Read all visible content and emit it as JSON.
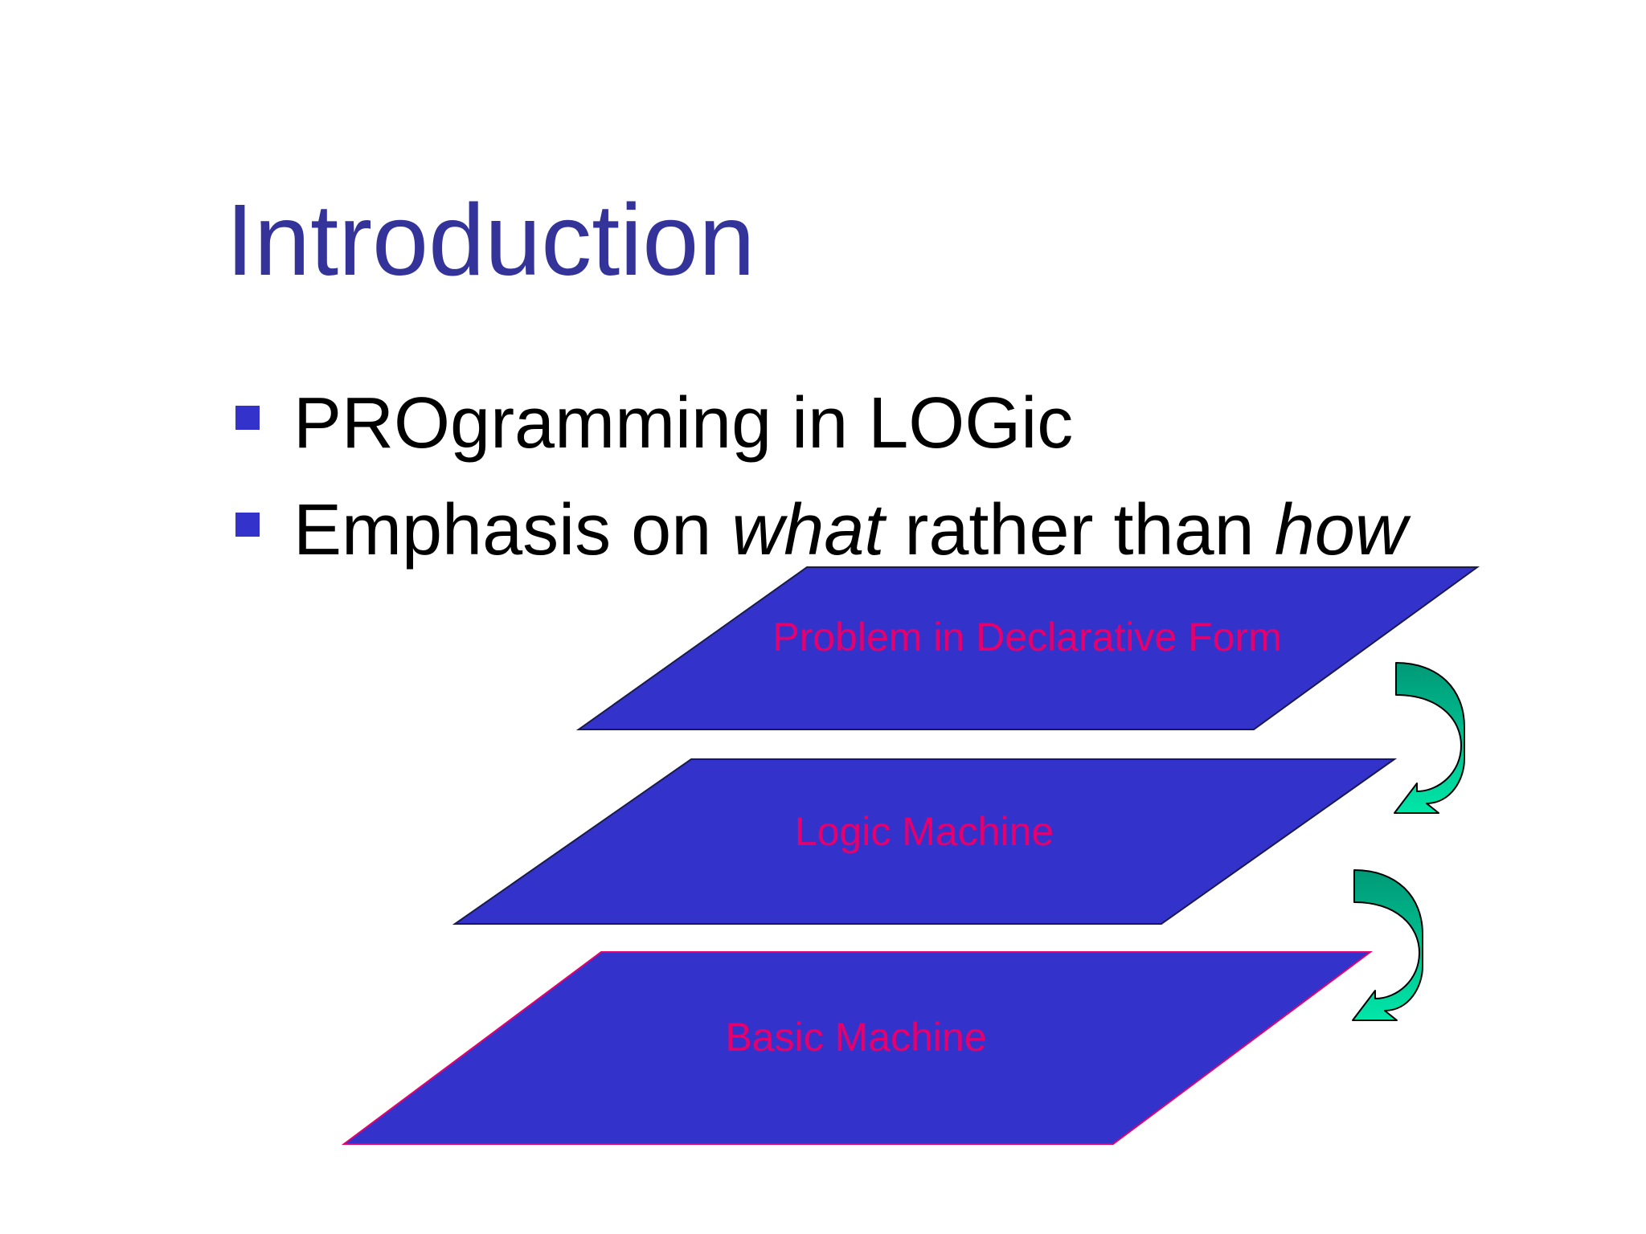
{
  "slide": {
    "title": "Introduction",
    "bullets": [
      {
        "text": "PROgramming in LOGic"
      },
      {
        "parts": [
          {
            "text": "Emphasis on ",
            "italic": false
          },
          {
            "text": "what",
            "italic": true
          },
          {
            "text": " rather than ",
            "italic": false
          },
          {
            "text": "how",
            "italic": true
          }
        ]
      }
    ]
  },
  "diagram": {
    "layers": [
      {
        "label": "Problem in Declarative Form"
      },
      {
        "label": "Logic Machine"
      },
      {
        "label": "Basic Machine"
      }
    ],
    "colors": {
      "layer_fill": "#3333cc",
      "layer_label": "#e6006e",
      "arrow_top": "#009977",
      "arrow_bottom": "#00e6a8",
      "title": "#333399",
      "bullet_marker": "#3333cc"
    }
  }
}
